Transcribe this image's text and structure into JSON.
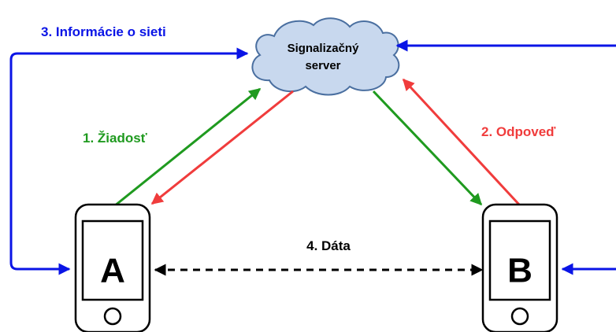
{
  "server": {
    "line1": "Signalizačný",
    "line2": "server"
  },
  "labels": {
    "network_info": "3. Informácie o sieti",
    "request": "1. Žiadosť",
    "response": "2. Odpoveď",
    "data": "4. Dáta"
  },
  "devices": {
    "a": "A",
    "b": "B"
  },
  "colors": {
    "blue": "#0a14e6",
    "green": "#1f9a1f",
    "red": "#f03c3c",
    "cloud_fill": "#c8d8ee",
    "black": "#000000"
  }
}
